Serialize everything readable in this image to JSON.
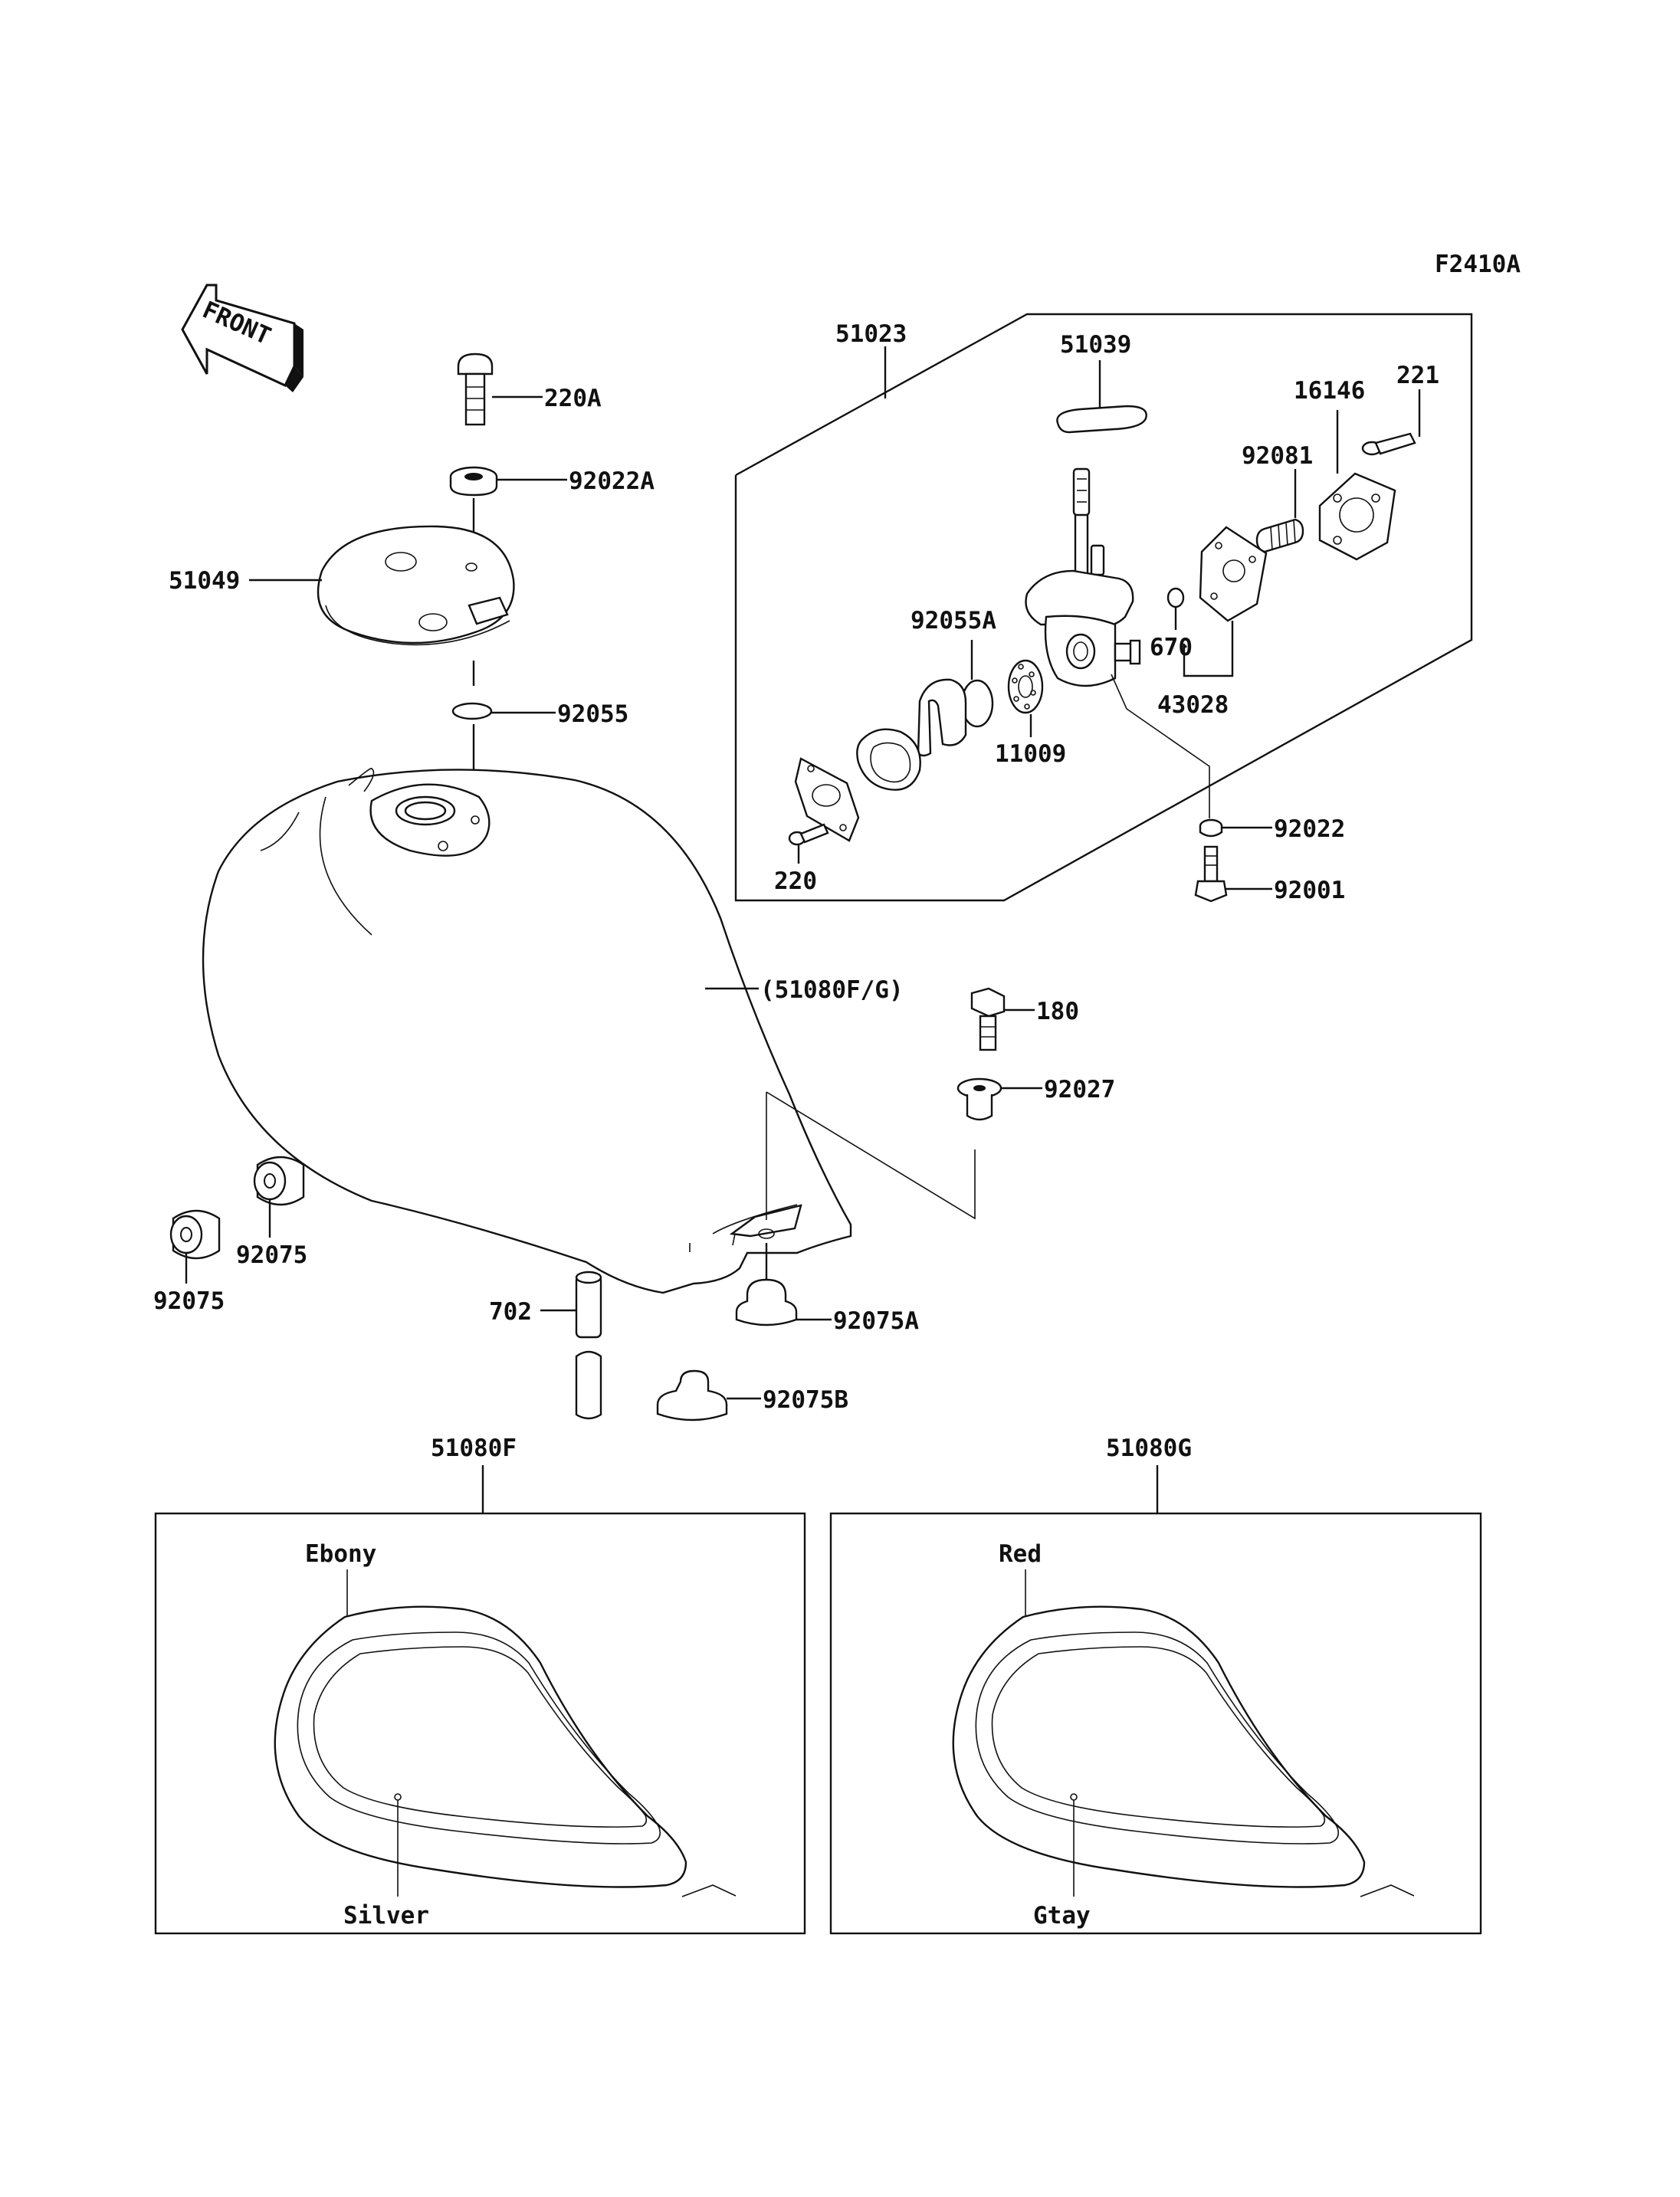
{
  "diagram": {
    "figure_code": "F2410A",
    "front_label": "FRONT",
    "parts": {
      "p220A": "220A",
      "p92022A": "92022A",
      "p51049": "51049",
      "p92055": "92055",
      "p51080FG": "(51080F/G)",
      "p51023": "51023",
      "p51039": "51039",
      "p16146": "16146",
      "p221": "221",
      "p92081": "92081",
      "p92055A": "92055A",
      "p670": "670",
      "p43028": "43028",
      "p11009": "11009",
      "p92022": "92022",
      "p220": "220",
      "p92001": "92001",
      "p180": "180",
      "p92027": "92027",
      "p92075a": "92075",
      "p92075b": "92075",
      "p702": "702",
      "p92075A": "92075A",
      "p92075B": "92075B"
    },
    "variants": [
      {
        "code": "51080F",
        "top_color": "Ebony",
        "bottom_color": "Silver"
      },
      {
        "code": "51080G",
        "top_color": "Red",
        "bottom_color": "Gtay"
      }
    ]
  }
}
